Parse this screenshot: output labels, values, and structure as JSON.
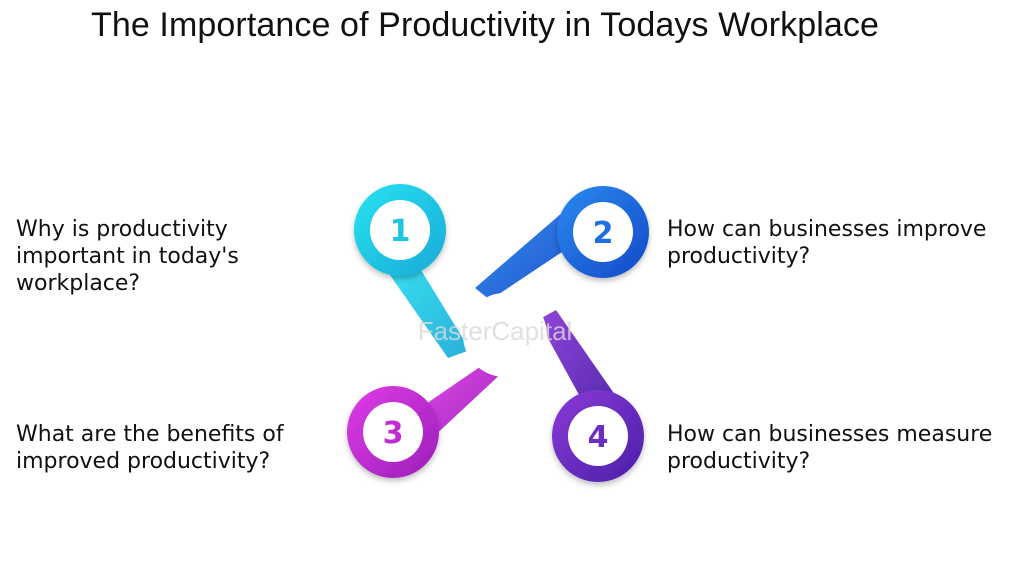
{
  "title": "The Importance of Productivity in Todays Workplace",
  "watermark": "FasterCapital",
  "items": [
    {
      "number": "1",
      "text": "Why is productivity important in today's workplace?",
      "color": "#1fd0e8"
    },
    {
      "number": "2",
      "text": "How can businesses improve productivity?",
      "color": "#1f6fe0"
    },
    {
      "number": "3",
      "text": "What are the benefits of improved productivity?",
      "color": "#c22ad6"
    },
    {
      "number": "4",
      "text": "How can businesses measure productivity?",
      "color": "#7a2fc8"
    }
  ]
}
